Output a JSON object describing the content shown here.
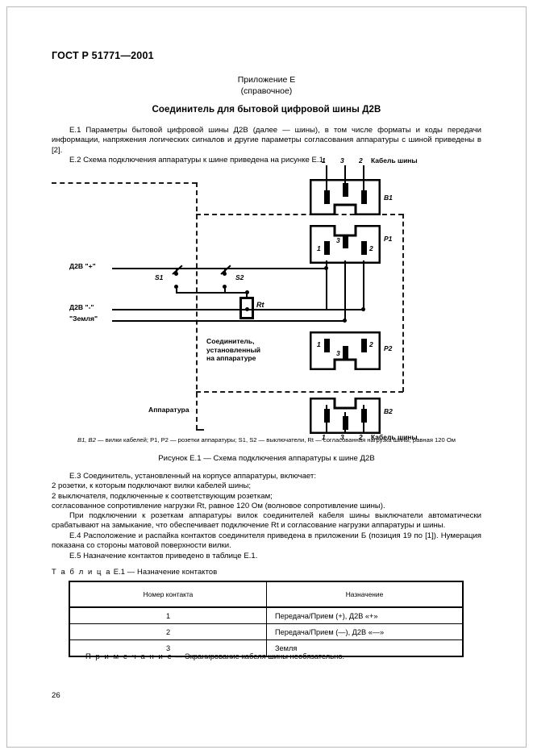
{
  "document": {
    "standard_id": "ГОСТ Р 51771—2001",
    "page_number": "26"
  },
  "annex": {
    "title": "Приложение Е",
    "kind": "(справочное)",
    "heading": "Соединитель для бытовой цифровой шины Д2В"
  },
  "clauses": {
    "e1": "Е.1 Параметры бытовой цифровой шины Д2В (далее — шины), в том числе форматы и коды передачи информации, напряжения логических сигналов и другие параметры согласования аппаратуры с шиной приведены в [2].",
    "e2": "Е.2 Схема подключения аппаратуры к шине приведена на рисунке Е.1.",
    "e3_intro": "Е.3 Соединитель, установленный на корпусе аппаратуры, включает:",
    "e3_item1": "2 розетки, к которым подключают вилки кабелей шины;",
    "e3_item2": "2 выключателя, подключенные к соответствующим розеткам;",
    "e3_item3": "согласованное сопротивление нагрузки Rt, равное 120 Ом (волновое сопротивление шины).",
    "e3_para": "При подключении к розеткам аппаратуры вилок соединителей кабеля шины выключатели автоматически срабатывают на замыкание, что обеспечивает подключение Rt и согласование нагрузки аппаратуры и шины.",
    "e4": "Е.4 Расположение и распайка контактов соединителя приведена в приложении Б (позиция 19 по [1]). Нумерация показана со стороны матовой поверхности вилки.",
    "e5": "Е.5 Назначение контактов приведено в таблице Е.1."
  },
  "figure": {
    "caption": "Рисунок Е.1 — Схема подключения аппаратуры к шине Д2В",
    "legend_prefix": "B1, B2",
    "legend": " — вилки кабелей; P1, P2 — розетки аппаратуры; S1, S2 — выключатели, Rt — согласованная нагрузка шины, равная 120 Ом",
    "connectors": {
      "b1": "B1",
      "p1": "P1",
      "p2": "P2",
      "b2": "B2"
    },
    "cable_label_top": "Кабель шины",
    "cable_label_bottom": "Кабель шины",
    "pins": [
      "1",
      "3",
      "2"
    ],
    "bus_plus": "Д2В \"+\"",
    "bus_minus": "Д2В \"-\"",
    "bus_ground": "\"Земля\"",
    "switch_s1": "S1",
    "switch_s2": "S2",
    "resistor": "Rt",
    "connector_note": "Соединитель,\nустановленный\nна аппаратуре",
    "apparatus": "Аппаратура"
  },
  "table": {
    "caption_spaced": "Т а б л и ц а",
    "caption_rest": " Е.1 — Назначение контактов",
    "headers": [
      "Номер контакта",
      "Назначение"
    ],
    "rows": [
      {
        "num": "1",
        "purpose": "Передача/Прием (+), Д2В «+»"
      },
      {
        "num": "2",
        "purpose": "Передача/Прием (—), Д2В «—»"
      },
      {
        "num": "3",
        "purpose": "Земля"
      }
    ]
  },
  "note": {
    "label_spaced": "П р и м е ч а н и е",
    "text": " — Экранирование кабеля шины необязательно."
  }
}
